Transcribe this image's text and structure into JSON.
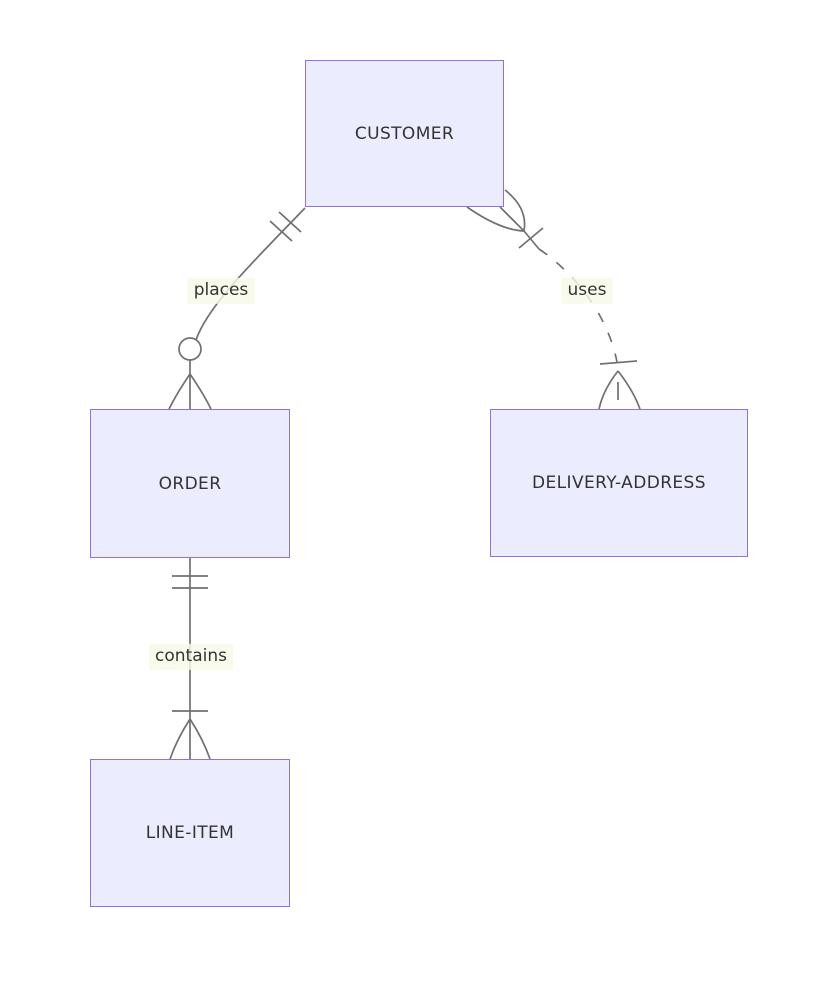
{
  "diagram_type": "entity-relationship",
  "background_color": "#ffffff",
  "entities": {
    "customer": {
      "label": "CUSTOMER"
    },
    "order": {
      "label": "ORDER"
    },
    "delivery_address": {
      "label": "DELIVERY-ADDRESS"
    },
    "line_item": {
      "label": "LINE-ITEM"
    }
  },
  "relationships": [
    {
      "label": "places",
      "from": "CUSTOMER",
      "to": "ORDER",
      "from_cardinality": "exactly-one (double tick)",
      "to_cardinality": "zero-or-many (circle + crow's foot)",
      "line_style": "solid"
    },
    {
      "label": "uses",
      "from": "CUSTOMER",
      "to": "DELIVERY-ADDRESS",
      "from_cardinality": "one-or-many (crow's foot + tick)",
      "to_cardinality": "one-or-many (tick + crow's foot)",
      "line_style": "dashed"
    },
    {
      "label": "contains",
      "from": "ORDER",
      "to": "LINE-ITEM",
      "from_cardinality": "exactly-one (double tick)",
      "to_cardinality": "one-or-many (tick + crow's foot)",
      "line_style": "solid"
    }
  ],
  "colors": {
    "entity_fill": "#ECECFF",
    "entity_border": "#9370DB",
    "relationship_line": "#707070",
    "text": "#333333",
    "label_background": "#f6fae6"
  }
}
